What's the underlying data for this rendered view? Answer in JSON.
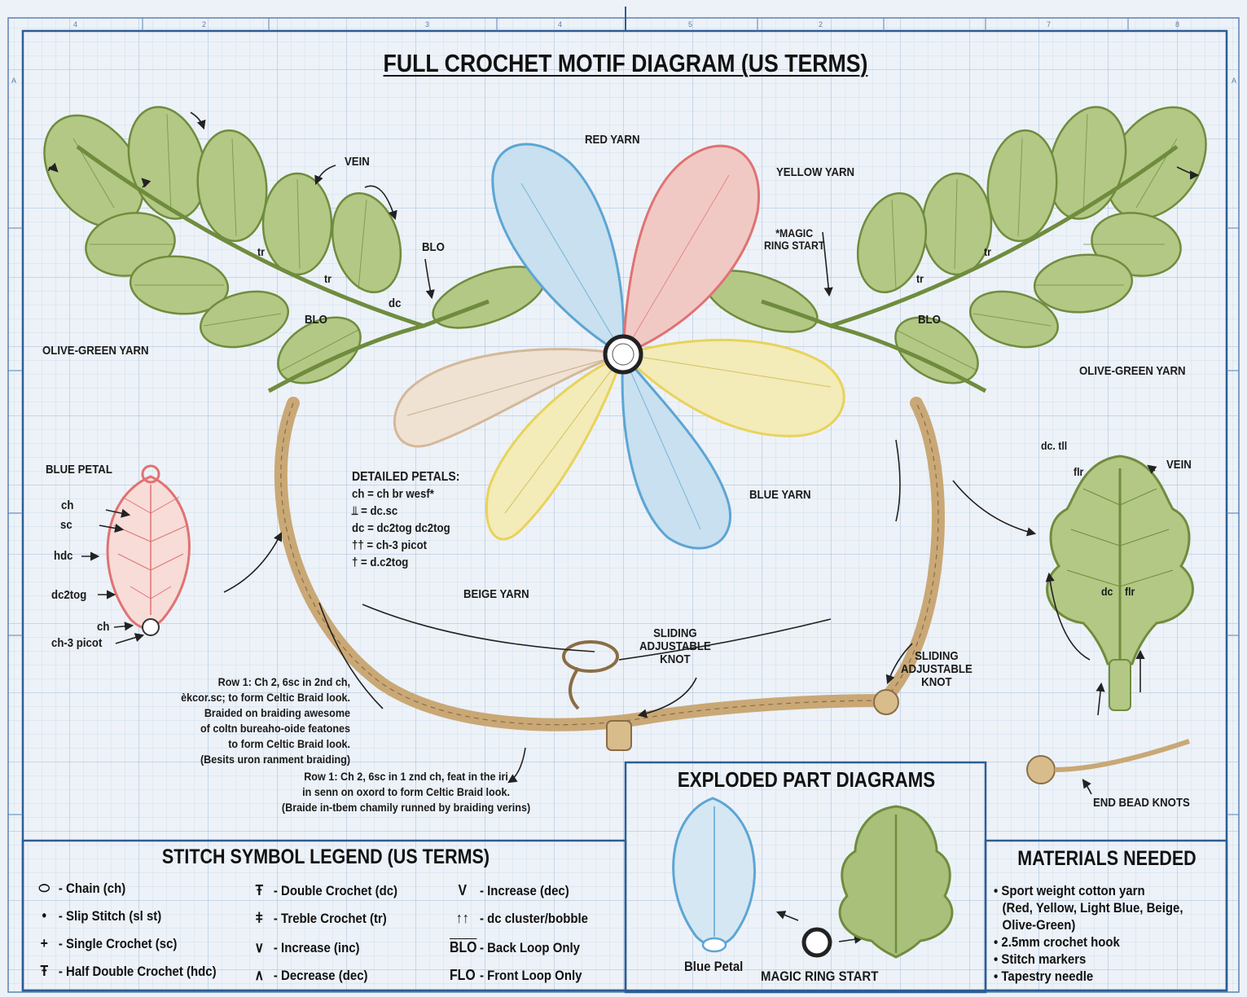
{
  "title": "FULL CROCHET MOTIF DIAGRAM (US TERMS)",
  "border_top_numbers": [
    "4",
    "2",
    "3",
    "4",
    "5",
    "2",
    "7",
    "8"
  ],
  "border_side_letters": [
    "A",
    "A"
  ],
  "yarn_labels": {
    "red": "RED YARN",
    "yellow": "YELLOW YARN",
    "blue": "BLUE YARN",
    "beige": "BEIGE YARN",
    "olive_left": "OLIVE-GREEN YARN",
    "olive_right": "OLIVE-GREEN YARN"
  },
  "callouts": {
    "vein_left": "VEIN",
    "blo_upper": "BLO",
    "tr_a": "tr",
    "tr_b": "tr",
    "blo_left": "BLO",
    "dc_left": "dc",
    "magic_ring": "*MAGIC\nRING START",
    "tr_right": "tr",
    "tr_right2": "tr",
    "blo_right": "BLO",
    "sliding_knot_1": "SLIDING\nADJUSTABLE\nKNOT",
    "sliding_knot_2": "SLIDING\nADJUSTABLE\nKNOT",
    "end_bead_knots": "END BEAD KNOTS",
    "oak_dc_tll": "dc. tll",
    "oak_flr": "flr",
    "oak_vein": "VEIN",
    "oak_dc": "dc",
    "oak_flr2": "flr"
  },
  "blue_petal_detail": {
    "title": "BLUE PETAL",
    "labels": [
      "ch",
      "sc",
      "hdc",
      "dc2tog",
      "ch",
      "ch-3 picot"
    ]
  },
  "detailed_petals": {
    "title": "DETAILED PETALS:",
    "lines": [
      "ch = ch br wesf*",
      "= dc.sc",
      "dc = dc2tog dc2tog",
      "= ch-3 picot",
      "= d.c2tog"
    ]
  },
  "notes": {
    "row1_a": "Row 1: Ch 2, 6sc in 2nd ch,\nèkcor.sc; to form Celtic Braid look.\nBraided on braiding awesome\nof coltn bureaho-oide featones\nto form Celtic Braid look.\n(Besits uron ranment braiding)",
    "row1_b": "Row 1: Ch 2, 6sc in 1 znd ch, feat in the iri\nin senn on oxord to form Celtic Braid look.\n(Braide in-tbem chamily runned by braiding verins)"
  },
  "exploded": {
    "title": "EXPLODED PART DIAGRAMS",
    "blue_petal": "Blue Petal",
    "magic_ring": "MAGIC RING START"
  },
  "legend": {
    "title": "STITCH SYMBOL LEGEND (US TERMS)",
    "col1": [
      {
        "sym": "⬭",
        "text": "- Chain (ch)"
      },
      {
        "sym": "•",
        "text": "- Slip Stitch (sl st)"
      },
      {
        "sym": "+",
        "text": "- Single Crochet (sc)"
      },
      {
        "sym": "Ŧ",
        "text": "- Half Double Crochet (hdc)"
      }
    ],
    "col2": [
      {
        "sym": "Ŧ",
        "text": "- Double Crochet (dc)"
      },
      {
        "sym": "ǂ",
        "text": "- Treble Crochet (tr)"
      },
      {
        "sym": "∨",
        "text": "- Increase (inc)"
      },
      {
        "sym": "∧",
        "text": "- Decrease (dec)"
      }
    ],
    "col3": [
      {
        "sym": "V",
        "text": "- Increase (dec)"
      },
      {
        "sym": "↑↑",
        "text": "- dc cluster/bobble"
      },
      {
        "sym": "BLO",
        "text": "- Back Loop Only"
      },
      {
        "sym": "FLO",
        "text": "- Front Loop Only"
      }
    ]
  },
  "materials": {
    "title": "MATERIALS NEEDED",
    "items": [
      "• Sport weight cotton yarn",
      "(Red, Yellow, Light Blue, Beige,",
      "Olive-Green)",
      "• 2.5mm crochet hook",
      "• Stitch markers",
      "• Tapestry needle"
    ]
  },
  "colors": {
    "grid": "#b9cde2",
    "frame": "#2d5d95",
    "red": "#e07272",
    "red_fill": "#f1c9c4",
    "blue": "#5da5d4",
    "blue_fill": "#c8e0ef",
    "yellow": "#e8d35a",
    "yellow_fill": "#f3ebb8",
    "beige": "#d4b89a",
    "beige_fill": "#efe2d2",
    "olive": "#8aa655",
    "olive_fill": "#b5c987",
    "braid": "#c9a876"
  }
}
